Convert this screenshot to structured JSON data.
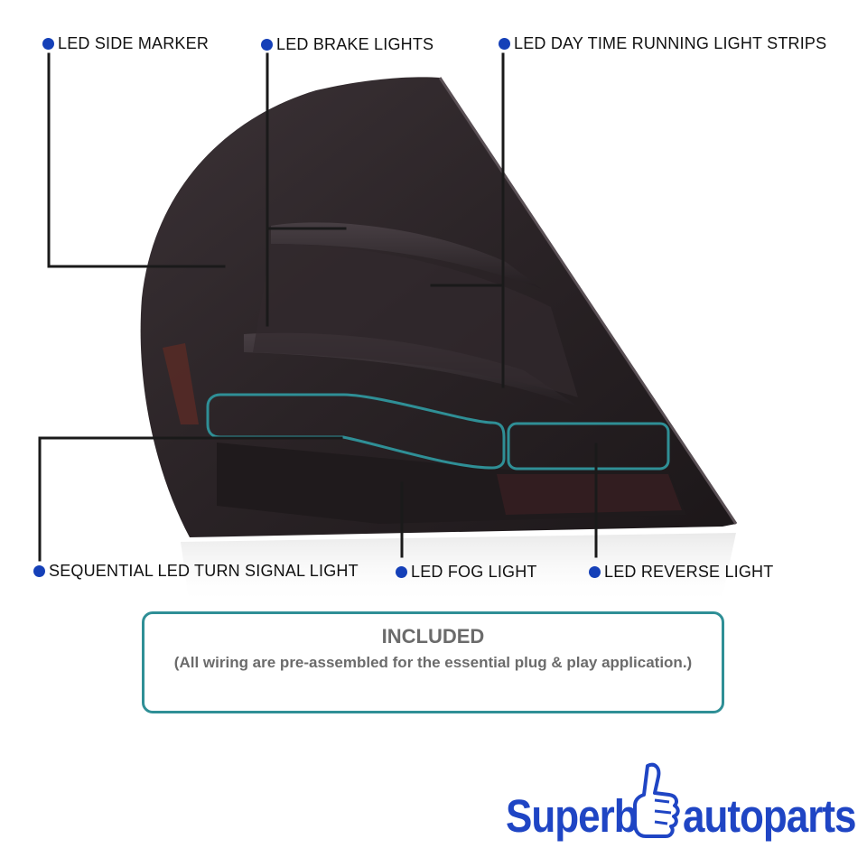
{
  "callouts": {
    "side_marker": "LED SIDE MARKER",
    "brake": "LED BRAKE LIGHTS",
    "drl": "LED DAY TIME RUNNING LIGHT STRIPS",
    "turn": "SEQUENTIAL LED TURN SIGNAL LIGHT",
    "fog": "LED FOG LIGHT",
    "reverse": "LED REVERSE  LIGHT"
  },
  "included": {
    "title": "INCLUDED",
    "note": "(All wiring are pre-assembled for the essential plug & play application.)"
  },
  "logo": {
    "left_word": "Superb",
    "right_word": "autoparts"
  },
  "colors": {
    "bullet": "#1540b8",
    "frame": "#2f8f96",
    "logo_blue": "#1f45c4",
    "lamp_body": "#2a2326"
  }
}
